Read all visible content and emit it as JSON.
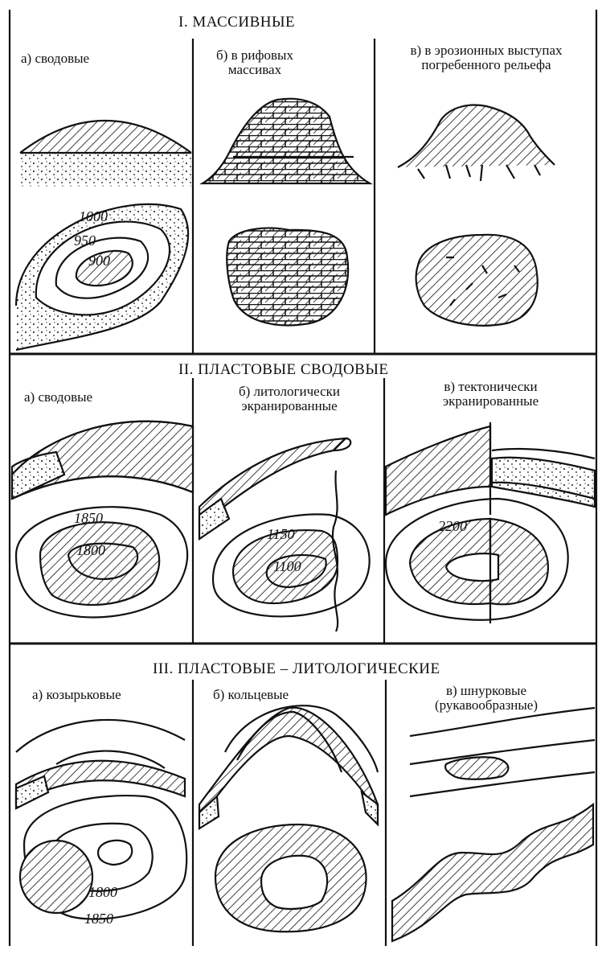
{
  "sections": [
    {
      "title": "I. МАССИВНЫЕ",
      "panels": [
        {
          "caption": "а) сводовые",
          "contours": [
            "1000",
            "950",
            "900"
          ]
        },
        {
          "caption": "б) в рифовых массивах"
        },
        {
          "caption": "в) в эрозионных выступах погребенного рельефа"
        }
      ]
    },
    {
      "title": "II. ПЛАСТОВЫЕ СВОДОВЫЕ",
      "panels": [
        {
          "caption": "а) сводовые",
          "contours": [
            "1850",
            "1800"
          ]
        },
        {
          "caption": "б) литологически экранированные",
          "contours": [
            "1150",
            "1100"
          ]
        },
        {
          "caption": "в) тектонически экранированные",
          "contours": [
            "2200"
          ]
        }
      ]
    },
    {
      "title": "III. ПЛАСТОВЫЕ – ЛИТОЛОГИЧЕСКИЕ",
      "panels": [
        {
          "caption": "а) козырьковые",
          "contours": [
            "1800",
            "1850"
          ]
        },
        {
          "caption": "б) кольцевые"
        },
        {
          "caption": "в) шнурковые (рукавообразные)"
        }
      ]
    }
  ]
}
